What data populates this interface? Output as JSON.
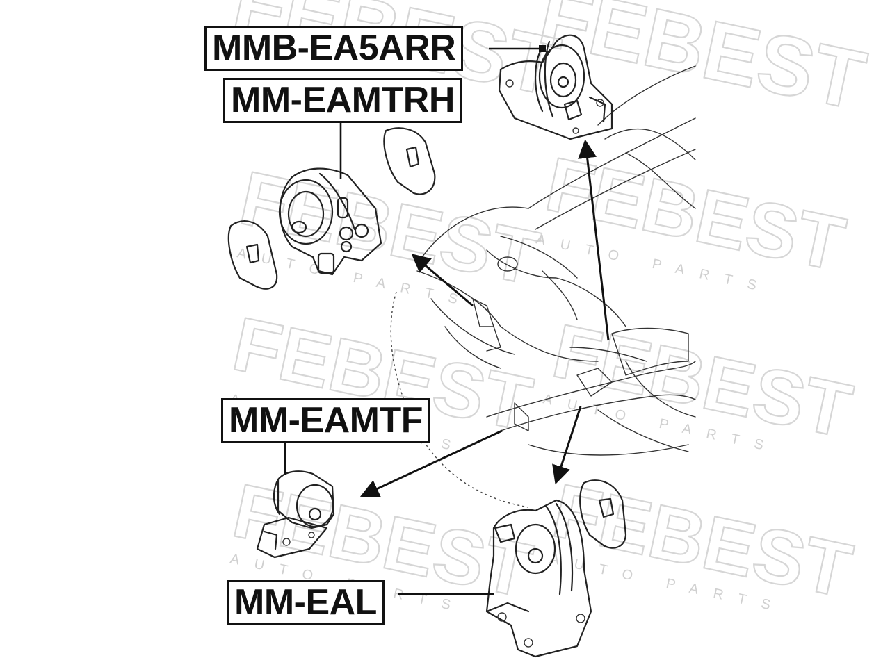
{
  "part_labels": {
    "top_right_mount": "MMB-EA5ARR",
    "right_hand_mount": "MM-EAMTRH",
    "front_mount": "MM-EAMTF",
    "left_mount": "MM-EAL"
  },
  "watermark": {
    "brand": "FEBEST",
    "tagline": "AUTO PARTS"
  },
  "colors": {
    "line": "#222222",
    "label_border": "#111111",
    "watermark": "#d6d6d6",
    "background": "#ffffff"
  },
  "icons": {
    "arrowhead": "arrowhead-icon",
    "leader_end": "leader-dot-icon"
  }
}
